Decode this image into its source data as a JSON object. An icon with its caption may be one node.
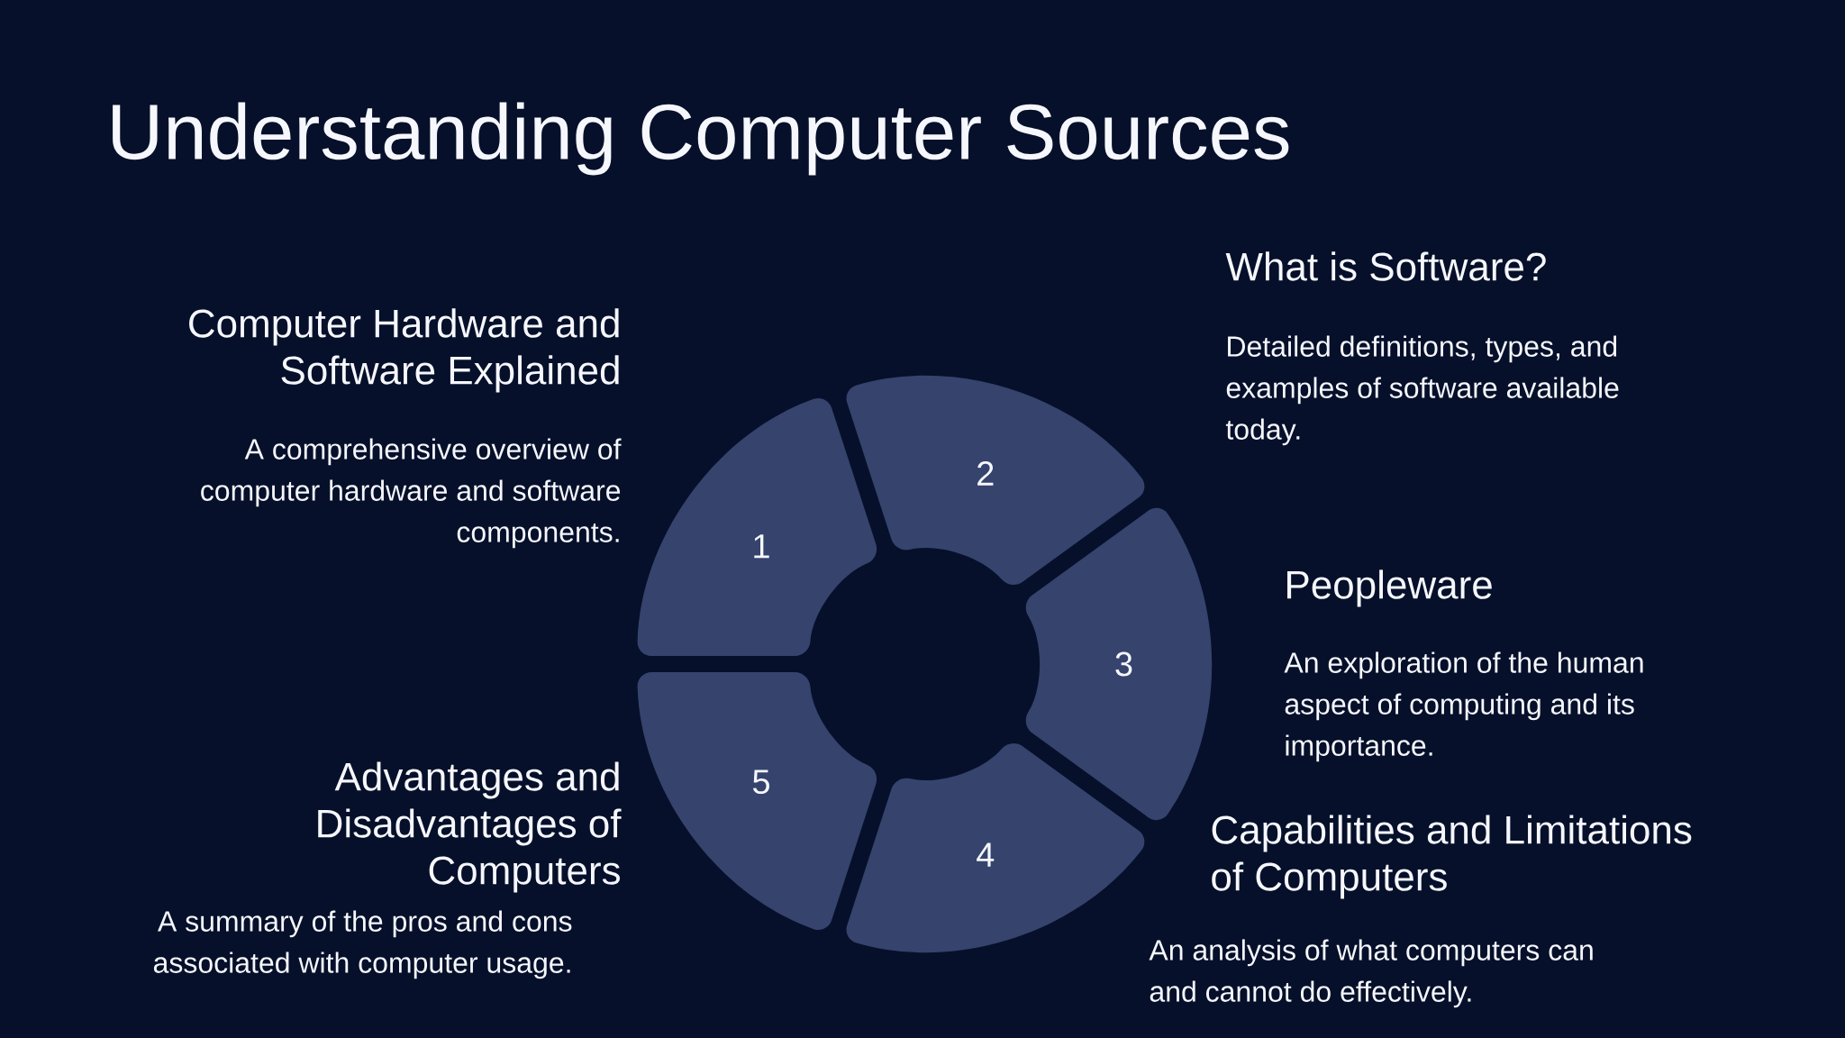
{
  "diagram": {
    "title": "Understanding Computer Sources",
    "nodes": [
      {
        "text": [
          "1"
        ]
      },
      {
        "text": [
          "2"
        ]
      },
      {
        "text": [
          "3"
        ]
      },
      {
        "text": [
          "4"
        ]
      },
      {
        "text": [
          "5"
        ]
      }
    ],
    "labels": [
      "Computer Hardware and Software Explained",
      "A comprehensive overview of computer hardware and software components.",
      "What is Software?",
      "Detailed definitions, types, and examples of software available today.",
      "Peopleware",
      "An exploration of the human aspect of computing and its importance.",
      "Capabilities and Limitations of Computers",
      "An analysis of what computers can and cannot do effectively.",
      "Advantages and Disadvantages of Computers",
      "A summary of the pros and cons associated with computer usage."
    ]
  }
}
